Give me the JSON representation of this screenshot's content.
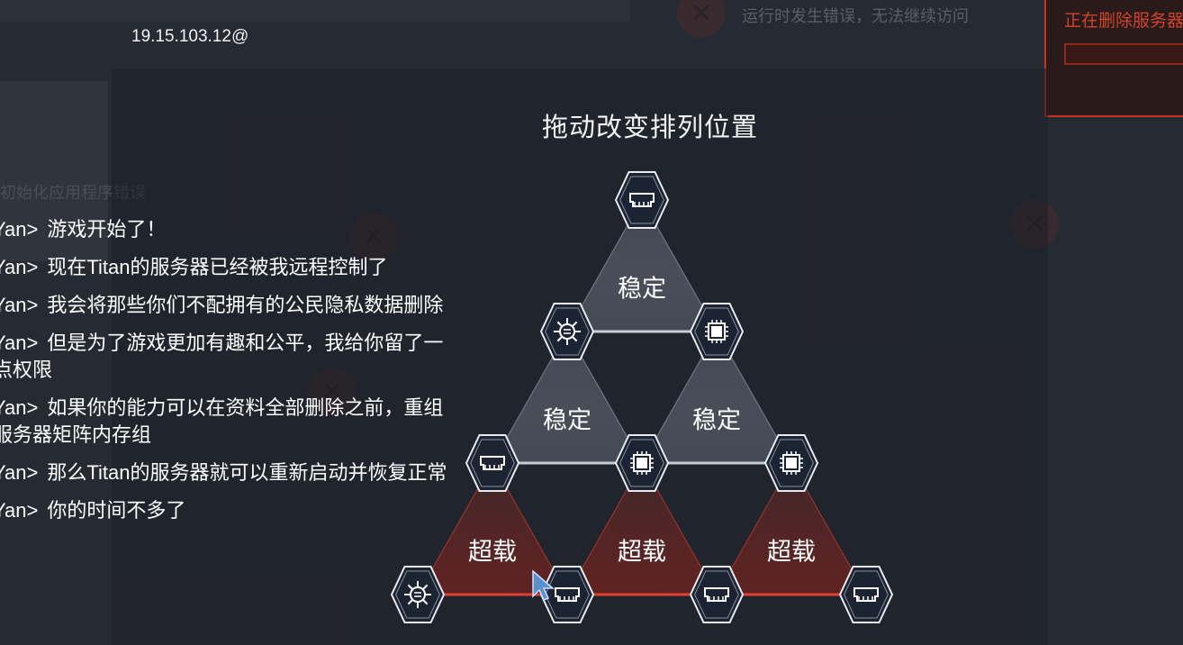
{
  "address_bar": {
    "text": "19.15.103.12@"
  },
  "background_messages": {
    "error_top": "运行时发生错误，无法继续访问",
    "error_left": "初始化应用程序错误",
    "alert_title": "正在删除服务器"
  },
  "puzzle": {
    "title": "拖动改变排列位置",
    "nodes": [
      {
        "row": 0,
        "col": 0,
        "icon": "ram-icon"
      },
      {
        "row": 1,
        "col": 0,
        "icon": "virus-icon"
      },
      {
        "row": 1,
        "col": 1,
        "icon": "chip-icon"
      },
      {
        "row": 2,
        "col": 0,
        "icon": "ram-icon"
      },
      {
        "row": 2,
        "col": 1,
        "icon": "chip-icon"
      },
      {
        "row": 2,
        "col": 2,
        "icon": "chip-icon"
      },
      {
        "row": 3,
        "col": 0,
        "icon": "virus-icon"
      },
      {
        "row": 3,
        "col": 1,
        "icon": "ram-icon"
      },
      {
        "row": 3,
        "col": 2,
        "icon": "ram-icon"
      },
      {
        "row": 3,
        "col": 3,
        "icon": "ram-icon"
      }
    ],
    "triangles": [
      {
        "row": 0,
        "col": 0,
        "label": "稳定",
        "state": "stable"
      },
      {
        "row": 1,
        "col": 0,
        "label": "稳定",
        "state": "stable"
      },
      {
        "row": 1,
        "col": 1,
        "label": "稳定",
        "state": "stable"
      },
      {
        "row": 2,
        "col": 0,
        "label": "超载",
        "state": "overload"
      },
      {
        "row": 2,
        "col": 1,
        "label": "超载",
        "state": "overload"
      },
      {
        "row": 2,
        "col": 2,
        "label": "超载",
        "state": "overload"
      }
    ],
    "colors": {
      "stable": "#8a909c",
      "overload": "#c0392b"
    }
  },
  "chat": {
    "lines": [
      {
        "speaker": "Yan>",
        "text": "游戏开始了！"
      },
      {
        "speaker": "Yan>",
        "text": "现在Titan的服务器已经被我远程控制了"
      },
      {
        "speaker": "Yan>",
        "text": "我会将那些你们不配拥有的公民隐私数据删除"
      },
      {
        "speaker": "Yan>",
        "text": "但是为了游戏更加有趣和公平，我给你留了一点权限"
      },
      {
        "speaker": "Yan>",
        "text": "如果你的能力可以在资料全部删除之前，重组服务器矩阵内存组"
      },
      {
        "speaker": "Yan>",
        "text": "那么Titan的服务器就可以重新启动并恢复正常"
      },
      {
        "speaker": "Yan>",
        "text": "你的时间不多了"
      }
    ]
  }
}
